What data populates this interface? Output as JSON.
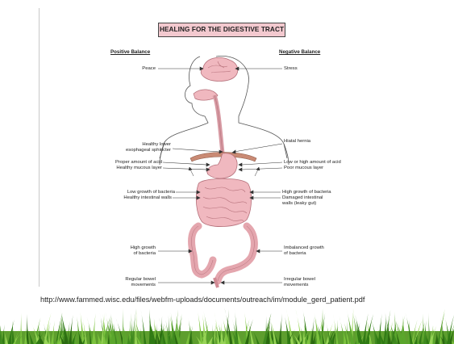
{
  "title": "HEALING FOR THE DIGESTIVE TRACT",
  "columns": {
    "positive": "Positive Balance",
    "negative": "Negative Balance"
  },
  "left_labels": [
    {
      "id": "peace",
      "lines": [
        "Peace"
      ]
    },
    {
      "id": "healthy-les",
      "lines": [
        "Healthy lower",
        "esophageal sphincter"
      ]
    },
    {
      "id": "proper-acid",
      "lines": [
        "Proper amount of acid"
      ]
    },
    {
      "id": "healthy-mucous",
      "lines": [
        "Healthy mucous layer"
      ]
    },
    {
      "id": "low-bacteria",
      "lines": [
        "Low growth of bacteria"
      ]
    },
    {
      "id": "healthy-walls",
      "lines": [
        "Healthy intestinal walls"
      ]
    },
    {
      "id": "high-bacteria",
      "lines": [
        "High growth",
        "of bacteria"
      ]
    },
    {
      "id": "regular-bowel",
      "lines": [
        "Regular bowel",
        "movements"
      ]
    }
  ],
  "right_labels": [
    {
      "id": "stress",
      "lines": [
        "Stress"
      ]
    },
    {
      "id": "hiatal-hernia",
      "lines": [
        "Hiatal hernia"
      ]
    },
    {
      "id": "acid-amount",
      "lines": [
        "Low or high amount of acid"
      ]
    },
    {
      "id": "poor-mucous",
      "lines": [
        "Poor mucous layer"
      ]
    },
    {
      "id": "high-growth-bacteria",
      "lines": [
        "High growth of bacteria"
      ]
    },
    {
      "id": "damaged-walls",
      "lines": [
        "Damaged intestinal",
        "walls (leaky gut)"
      ]
    },
    {
      "id": "imbalanced-growth",
      "lines": [
        "Imbalanced growth",
        "of bacteria"
      ]
    },
    {
      "id": "irregular-bowel",
      "lines": [
        "Irregular bowel",
        "movements"
      ]
    }
  ],
  "source_url": "http://www.fammed.wisc.edu/files/webfm-uploads/documents/outreach/im/module_gerd_patient.pdf",
  "colors": {
    "organ_pink": "#f0b8bf",
    "organ_stroke": "#b5707a",
    "title_bg": "#f3c9cf",
    "grass_green": "#3f8a1f",
    "grass_light": "#8ccf4a"
  }
}
